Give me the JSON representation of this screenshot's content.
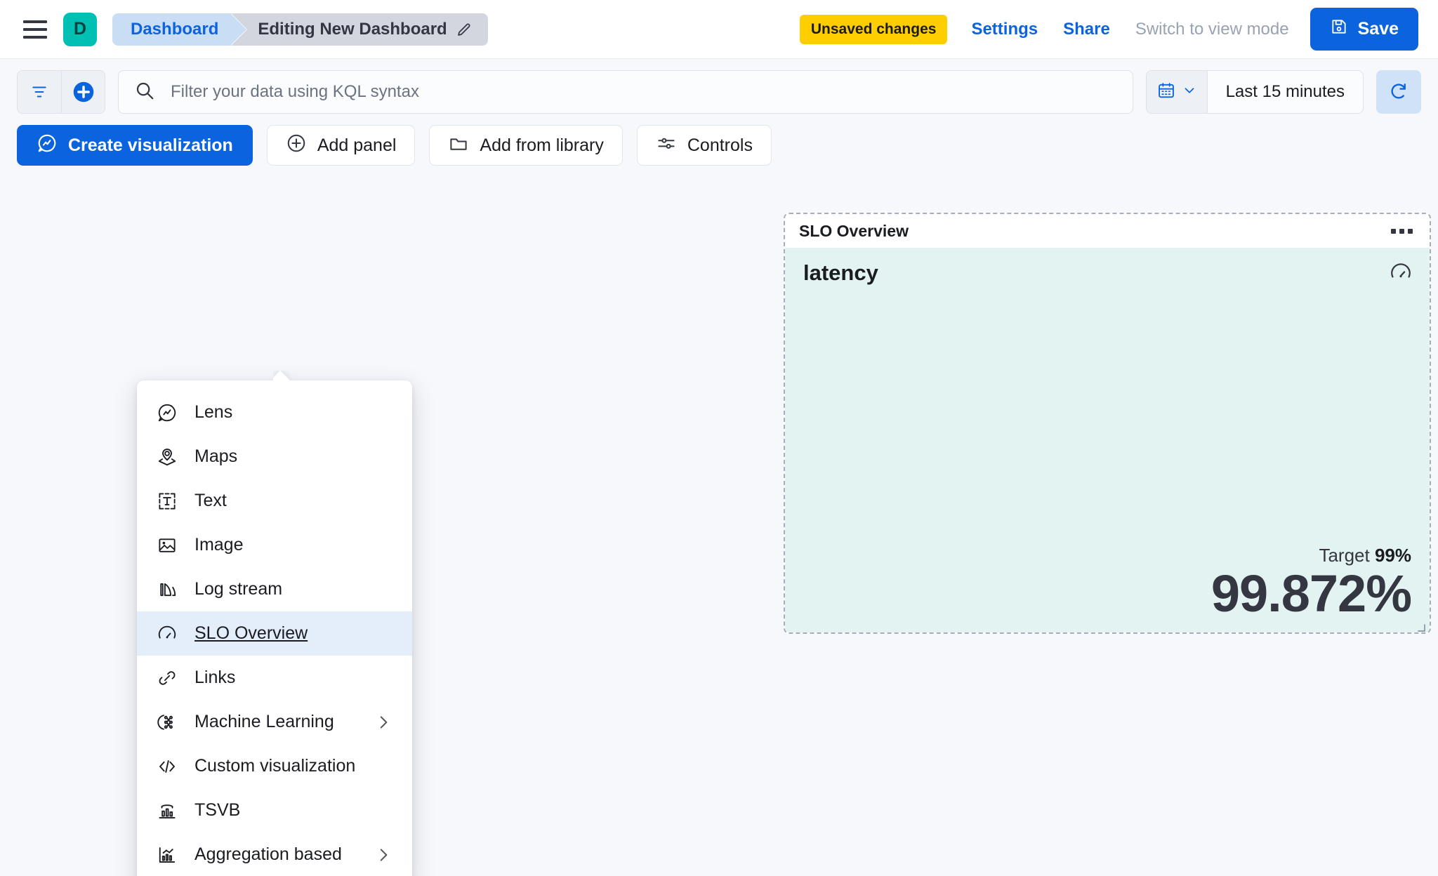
{
  "header": {
    "menu_icon": "hamburger-icon",
    "app_initial": "D",
    "breadcrumb_root": "Dashboard",
    "breadcrumb_current": "Editing New Dashboard",
    "edit_icon": "pencil-icon",
    "unsaved_badge": "Unsaved changes",
    "settings_link": "Settings",
    "share_link": "Share",
    "view_mode_link": "Switch to view mode",
    "save_label": "Save",
    "save_icon": "save-disk-icon",
    "accent_blue": "#0B64DD",
    "badge_yellow": "#FECE00",
    "app_teal": "#00BFB3"
  },
  "querybar": {
    "filter_icon": "filter-list-icon",
    "add_filter_icon": "plus-circle-icon",
    "search_icon": "search-icon",
    "placeholder": "Filter your data using KQL syntax",
    "value": "",
    "calendar_icon": "calendar-icon",
    "chevron_icon": "chevron-down-icon",
    "time_range": "Last 15 minutes",
    "refresh_icon": "refresh-icon"
  },
  "toolbar": {
    "create_visualization": "Create visualization",
    "create_visualization_icon": "lens-icon",
    "add_panel": "Add panel",
    "add_panel_icon": "plus-circle-icon",
    "add_from_library": "Add from library",
    "add_from_library_icon": "folder-icon",
    "controls": "Controls",
    "controls_icon": "sliders-icon"
  },
  "add_panel_menu": {
    "open": true,
    "selected": "SLO Overview",
    "items": [
      {
        "label": "Lens",
        "icon": "lens-icon",
        "submenu": false
      },
      {
        "label": "Maps",
        "icon": "map-pin-layers-icon",
        "submenu": false
      },
      {
        "label": "Text",
        "icon": "text-box-icon",
        "submenu": false
      },
      {
        "label": "Image",
        "icon": "image-icon",
        "submenu": false
      },
      {
        "label": "Log stream",
        "icon": "log-stream-icon",
        "submenu": false
      },
      {
        "label": "SLO Overview",
        "icon": "gauge-icon",
        "submenu": false
      },
      {
        "label": "Links",
        "icon": "link-icon",
        "submenu": false
      },
      {
        "label": "Machine Learning",
        "icon": "machine-learning-icon",
        "submenu": true
      },
      {
        "label": "Custom visualization",
        "icon": "code-brackets-icon",
        "submenu": false
      },
      {
        "label": "TSVB",
        "icon": "tsvb-chart-icon",
        "submenu": false
      },
      {
        "label": "Aggregation based",
        "icon": "aggregation-chart-icon",
        "submenu": true
      }
    ]
  },
  "panel": {
    "title": "SLO Overview",
    "context_menu_icon": "context-menu-dots-icon",
    "slo_name": "latency",
    "gauge_icon": "gauge-icon",
    "target_label": "Target",
    "target_value": "99%",
    "sli_value": "99.872%",
    "body_bg": "#E3F3F1"
  }
}
